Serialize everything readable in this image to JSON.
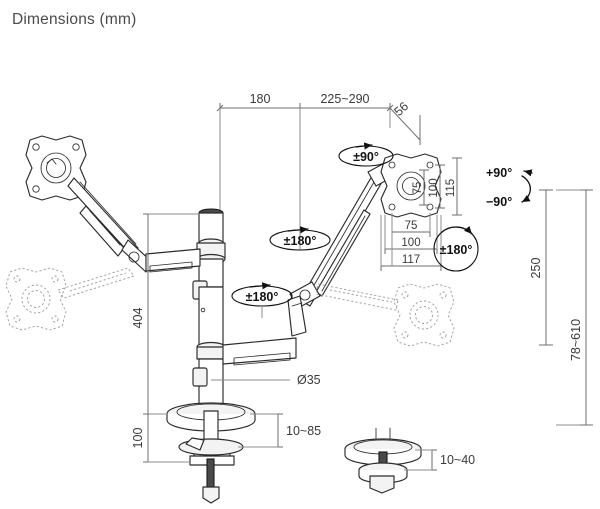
{
  "page": {
    "title": "Dimensions (mm)",
    "units": "mm",
    "background_color": "#ffffff",
    "line_color": "#2b2b2b",
    "dimension_line_color": "#6e6e6e",
    "text_color": "#3a3a3a",
    "ghost_color": "#9a9a9a"
  },
  "dimensions": {
    "top": [
      {
        "name": "pole-to-first-joint",
        "label": "180"
      },
      {
        "name": "arm-reach-range",
        "label": "225~290"
      },
      {
        "name": "head-offset",
        "label": "56"
      }
    ],
    "left": [
      {
        "name": "pole-height-above-desk",
        "label": "404"
      },
      {
        "name": "clamp-assembly-height",
        "label": "100"
      }
    ],
    "center": [
      {
        "name": "pole-diameter",
        "label": "Ø35"
      }
    ],
    "clamp": [
      {
        "name": "desk-clamp-thickness-range",
        "label": "10~85"
      },
      {
        "name": "grommet-thickness-range",
        "label": "10~40"
      }
    ],
    "right": [
      {
        "name": "tilt-travel",
        "label": "250"
      },
      {
        "name": "total-height-range",
        "label": "78~610"
      }
    ],
    "vesa_vertical": [
      {
        "name": "vesa-75-vertical",
        "label": "75"
      },
      {
        "name": "vesa-100-vertical",
        "label": "100"
      },
      {
        "name": "bracket-height",
        "label": "115"
      }
    ],
    "vesa_horizontal": [
      {
        "name": "vesa-75-horizontal",
        "label": "75"
      },
      {
        "name": "vesa-100-horizontal",
        "label": "100"
      },
      {
        "name": "bracket-width",
        "label": "117"
      }
    ]
  },
  "annotations": {
    "head_rotate": "±90°",
    "tilt_up": "+90°",
    "tilt_down": "−90°",
    "head_swivel": "±180°",
    "arm_swivel_upper": "±180°",
    "arm_swivel_lower": "±180°"
  },
  "parts": {
    "left_monitor_bracket": "vesa-plate-left",
    "left_monitor_bracket_ghost": "vesa-plate-left-lowered",
    "right_monitor_bracket": "vesa-plate-right",
    "right_monitor_bracket_ghost": "vesa-plate-right-lowered",
    "pole": "center-pole",
    "desk_clamp": "desk-clamp-mount",
    "grommet_mount": "grommet-mount"
  }
}
